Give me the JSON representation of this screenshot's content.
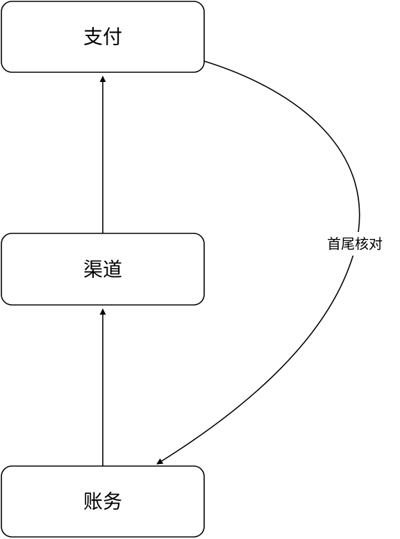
{
  "nodes": {
    "payment": "支付",
    "channel": "渠道",
    "accounting": "账务"
  },
  "edges": {
    "reconciliation_label": "首尾核对"
  },
  "colors": {
    "stroke": "#000000",
    "fill": "#ffffff",
    "text": "#000000"
  }
}
